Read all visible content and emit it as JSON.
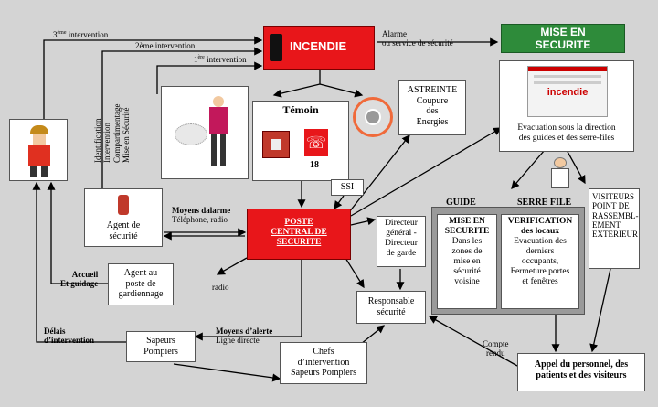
{
  "incendie": "INCENDIE",
  "alarme": [
    "Alarme",
    "ou service de sécurité"
  ],
  "mise_en_securite_title": [
    "MISE EN",
    "SECURITE"
  ],
  "evac_text": [
    "Evacuation sous la direction",
    "des guides  et des serre-files"
  ],
  "poster_mini": {
    "title": "incendie"
  },
  "intervention_3": {
    "sup": "ème",
    "pre": "3",
    "text": " intervention"
  },
  "intervention_2": "2ème intervention",
  "intervention_1": {
    "pre": "1",
    "sup": "ère",
    "text": " intervention"
  },
  "vertical_labels": [
    "Identification",
    "Intervention",
    "Compartimentage",
    "Mise en Sécurité"
  ],
  "temoin": "Témoin",
  "phone_18": "18",
  "astreinte": [
    "ASTREINTE",
    "Coupure",
    "des",
    "Energies"
  ],
  "ssi": "SSI",
  "agent_securite": [
    "Agent de",
    "sécurité"
  ],
  "moyens_alarme": [
    "Moyens dalarme",
    "Téléphone, radio"
  ],
  "poste_central": [
    "POSTE",
    "CENTRAL DE",
    "SECURITE"
  ],
  "directeur": [
    "Directeur",
    "général  -",
    "Directeur",
    "de garde"
  ],
  "guide_title": "GUIDE",
  "serre_file_title": "SERRE FILE",
  "guide_box": {
    "title": [
      "MISE EN",
      "SECURITE"
    ],
    "body": [
      "Dans les",
      "zones de",
      "mise en",
      "sécurité",
      "voisine"
    ]
  },
  "serre_box": {
    "title": [
      "VERIFICATION",
      "des locaux"
    ],
    "body": [
      "Evacuation des",
      "derniers",
      "occupants,",
      "Fermeture portes",
      "et fenêtres"
    ]
  },
  "visiteurs": [
    "VISITEURS",
    "POINT DE",
    "RASSEMBL-",
    "EMENT",
    "EXTERIEUR"
  ],
  "accueil": [
    "Accueil",
    "Et guidage"
  ],
  "agent_poste": [
    "Agent au",
    "poste de",
    "gardiennage"
  ],
  "radio": "radio",
  "responsable": [
    "Responsable",
    "sécurité"
  ],
  "delais": [
    "Délais",
    "d’intervention"
  ],
  "sapeurs": [
    "Sapeurs",
    "Pompiers"
  ],
  "moyens_alerte": [
    "Moyens d’alerte",
    "Ligne directe"
  ],
  "chefs": [
    "Chefs",
    "d’intervention",
    "Sapeurs Pompiers"
  ],
  "compte_rendu": [
    "Compte",
    "rendu"
  ],
  "appel": [
    "Appel du personnel, des",
    "patients et des visiteurs"
  ],
  "colors": {
    "red": "#e8161a",
    "green": "#2e8b3a",
    "bg": "#d4d4d4"
  }
}
